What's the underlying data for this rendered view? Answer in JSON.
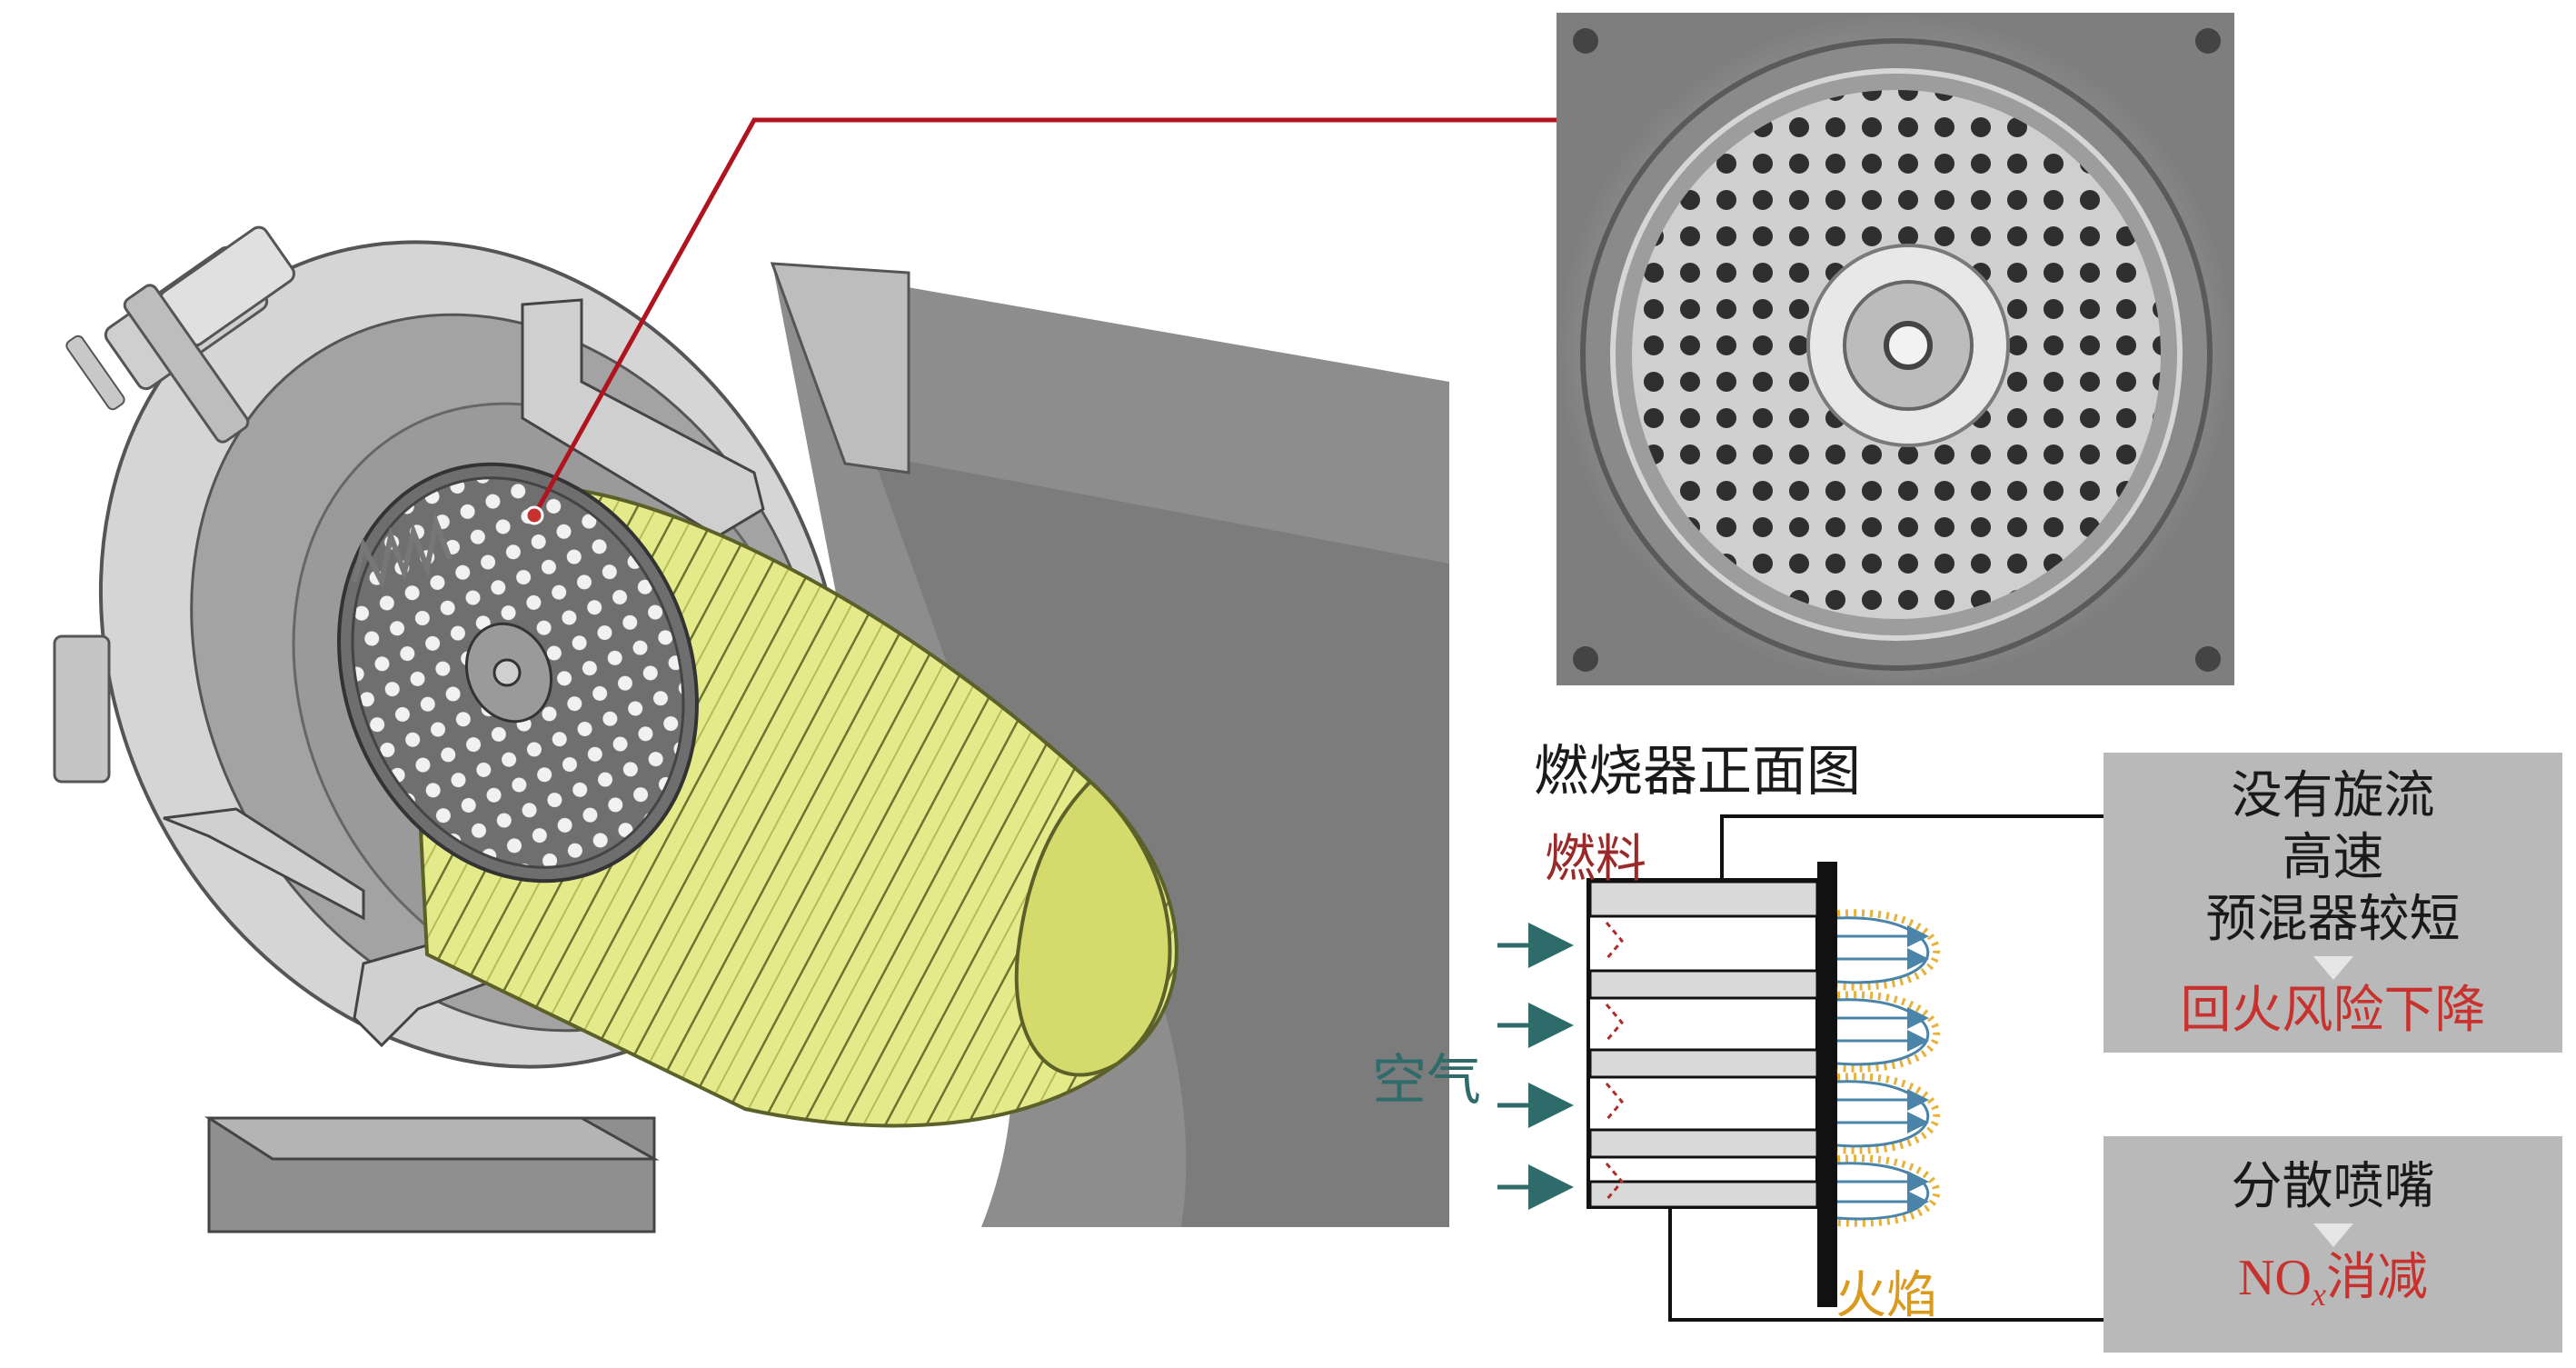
{
  "labels": {
    "front_view": "燃烧器正面图",
    "fuel": "燃料",
    "air": "空气",
    "flame": "火焰"
  },
  "box_top": {
    "line1": "没有旋流",
    "line2": "高速",
    "line3": "预混器较短",
    "result": "回火风险下降"
  },
  "box_bottom": {
    "line1": "分散喷嘴",
    "result_prefix": "NO",
    "result_sub": "x",
    "result_suffix": "消减"
  },
  "colors": {
    "fuel_label": "#9a2a2a",
    "air_label": "#2f6b6b",
    "flame_label": "#d99a1e",
    "result_red": "#c8322e",
    "leader_line": "#b0141e",
    "box_bg": "#b9b9b9",
    "liner_yellow": "#e4e98a",
    "housing_gray": "#8c8c8c"
  },
  "icons": [
    "combustor-cutaway-icon",
    "burner-photo-icon",
    "air-arrow-icon",
    "flame-icon",
    "triangle-down-icon"
  ]
}
